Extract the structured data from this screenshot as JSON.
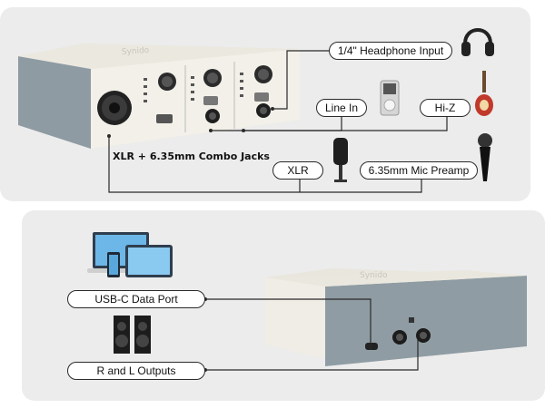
{
  "labels": {
    "headphone_input": "1/4\" Headphone Input",
    "line_in": "Line In",
    "hi_z": "Hi-Z",
    "xlr": "XLR",
    "mic_preamp": "6.35mm Mic Preamp",
    "combo_jacks": "XLR + 6.35mm Combo Jacks",
    "usb_c": "USB-C Data Port",
    "outputs": "R and L Outputs"
  },
  "brand": "Synido",
  "colors": {
    "panel": "#ececec",
    "device_body": "#f1efe6",
    "device_side": "#8e9aa1",
    "line": "#2a2a2a"
  }
}
